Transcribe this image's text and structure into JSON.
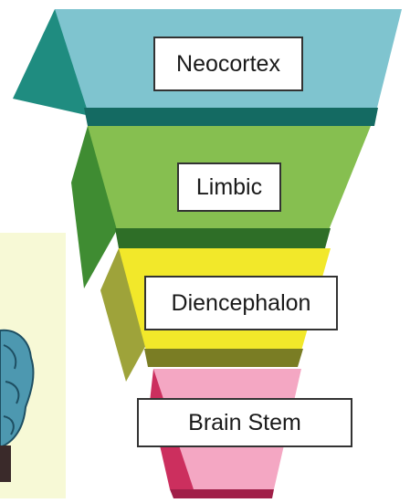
{
  "diagram": {
    "layers": [
      {
        "id": "neocortex",
        "label": "Neocortex",
        "front_color": "#7fc4cf",
        "side_color": "#1f8c80",
        "band_color": "#146a62"
      },
      {
        "id": "limbic",
        "label": "Limbic",
        "front_color": "#86bf50",
        "side_color": "#3f8c32",
        "band_color": "#2e6e27"
      },
      {
        "id": "diencephalon",
        "label": "Diencephalon",
        "front_color": "#f2e82a",
        "side_color": "#9ea33a",
        "band_color": "#7a7d24"
      },
      {
        "id": "brain-stem",
        "label": "Brain Stem",
        "front_color": "#f4a7c3",
        "side_color": "#cc2f5e",
        "band_color": "#a01f48"
      }
    ],
    "background_colors": {
      "panel": "#f7f9d6",
      "brain": "#4d98b0"
    }
  }
}
